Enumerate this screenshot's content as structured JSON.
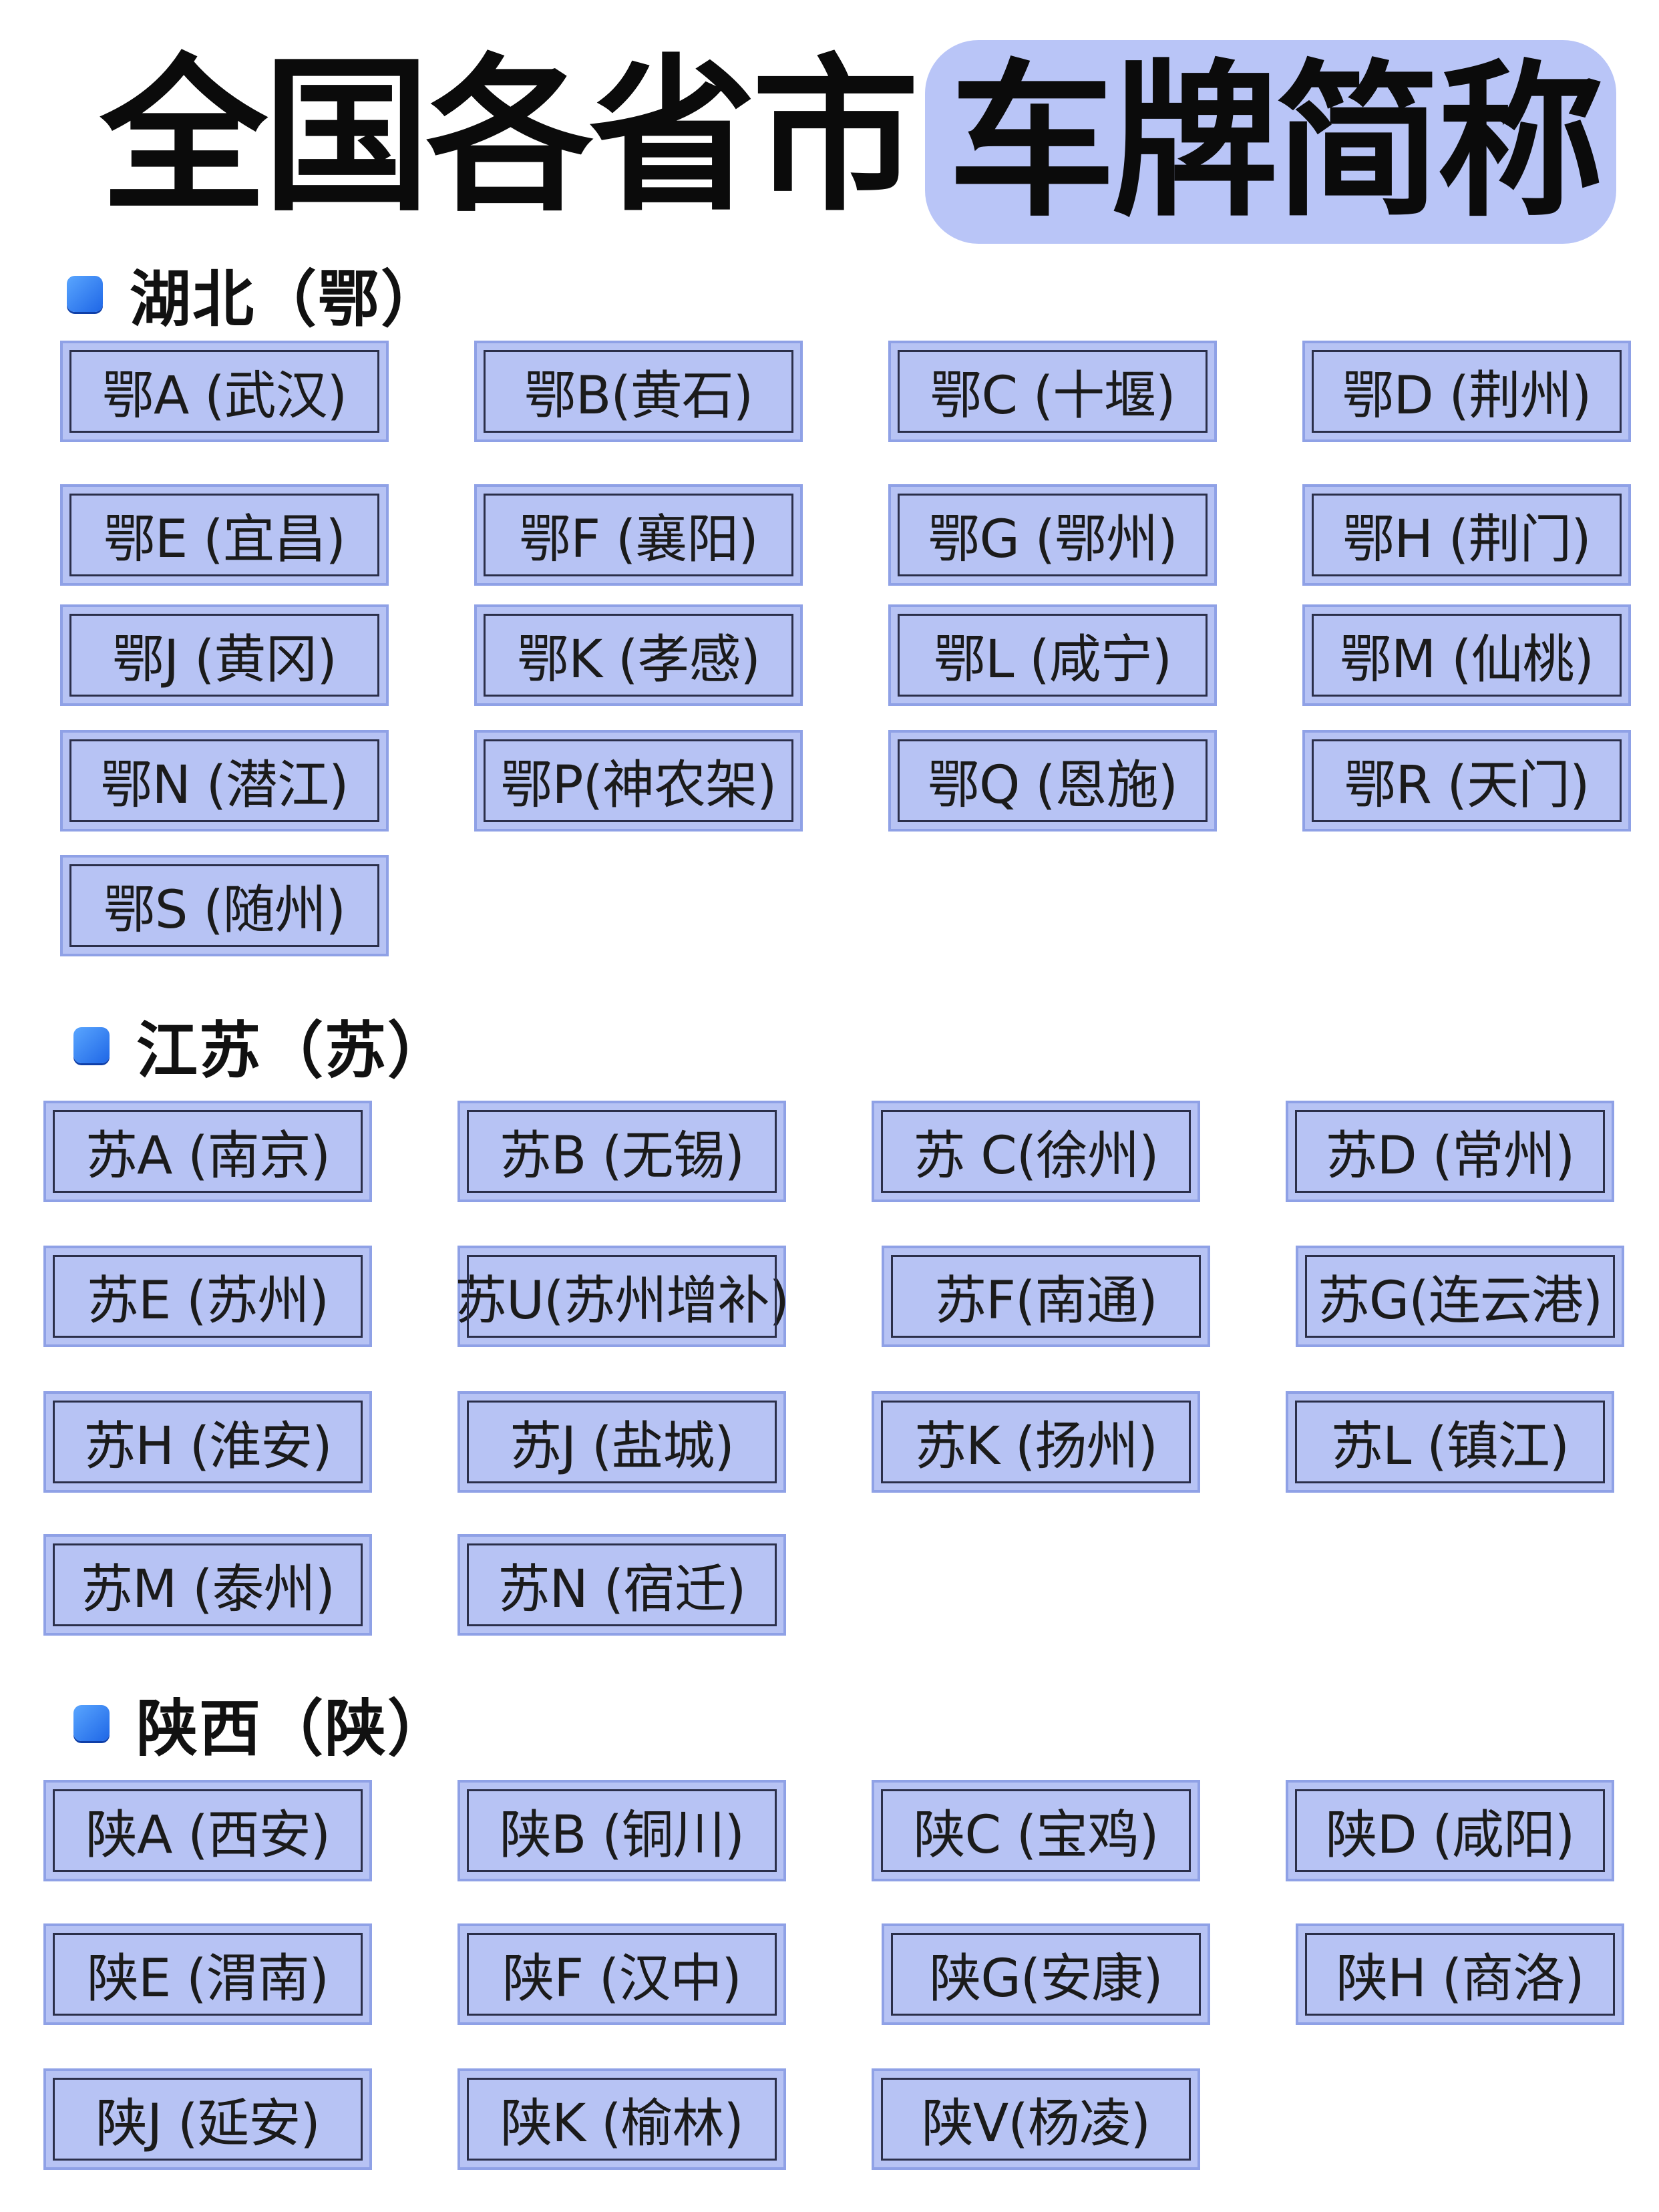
{
  "header": {
    "title_left": "全国各省市",
    "title_right": "车牌简称"
  },
  "sections": [
    {
      "title": "湖北（鄂）",
      "items": [
        "鄂A (武汉)",
        "鄂B(黄石)",
        "鄂C (十堰)",
        "鄂D (荆州)",
        "鄂E (宜昌)",
        "鄂F  (襄阳)",
        "鄂G (鄂州)",
        "鄂H (荆门)",
        "鄂J (黄冈)",
        "鄂K (孝感)",
        "鄂L (咸宁)",
        "鄂M (仙桃)",
        "鄂N (潜江)",
        "鄂P(神农架)",
        "鄂Q (恩施)",
        "鄂R (天门)",
        "鄂S (随州)"
      ]
    },
    {
      "title": "江苏（苏）",
      "items": [
        "苏A (南京)",
        "苏B (无锡)",
        "苏 C(徐州)",
        "苏D (常州)",
        "苏E (苏州)",
        "苏U(苏州增补)",
        "苏F(南通)",
        "苏G(连云港)",
        "苏H  (淮安)",
        "苏J  (盐城)",
        "苏K  (扬州)",
        "苏L (镇江)",
        "苏M (泰州)",
        "苏N (宿迁)"
      ]
    },
    {
      "title": "陕西（陕）",
      "items": [
        "陕A (西安)",
        "陕B (铜川)",
        "陕C (宝鸡)",
        "陕D (咸阳)",
        "陕E (渭南)",
        "陕F (汉中)",
        "陕G(安康)",
        "陕H (商洛)",
        "陕J (延安)",
        "陕K (榆林)",
        "陕V(杨凌)"
      ]
    }
  ]
}
